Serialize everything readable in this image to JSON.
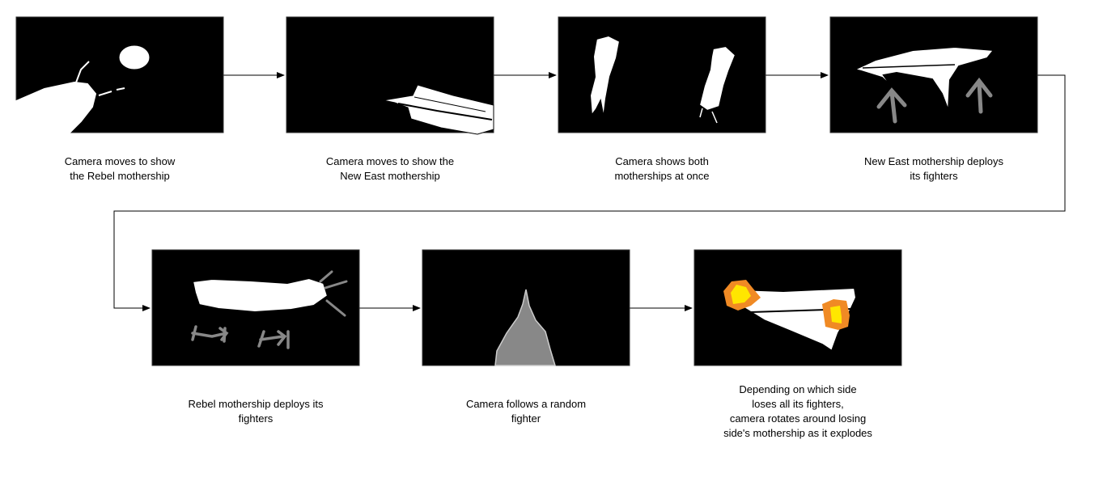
{
  "colors": {
    "frame_fill": "#000000",
    "frame_stroke": "#333333",
    "ship_fill": "#ffffff",
    "fighter_fill": "#888888",
    "explosion_outer": "#f08a24",
    "explosion_inner": "#ffe600",
    "connector": "#000000"
  },
  "steps": [
    {
      "id": "step-1",
      "image": "rebel-mothership-sketch",
      "caption": [
        "Camera moves to show",
        "the Rebel mothership"
      ]
    },
    {
      "id": "step-2",
      "image": "new-east-mothership-sketch",
      "caption": [
        "Camera moves to show the",
        "New East mothership"
      ]
    },
    {
      "id": "step-3",
      "image": "both-motherships-sketch",
      "caption": [
        "Camera shows both",
        "motherships at once"
      ]
    },
    {
      "id": "step-4",
      "image": "new-east-deploy-sketch",
      "caption": [
        "New East mothership deploys",
        "its fighters"
      ]
    },
    {
      "id": "step-5",
      "image": "rebel-deploy-sketch",
      "caption": [
        "Rebel mothership deploys its",
        "fighters"
      ]
    },
    {
      "id": "step-6",
      "image": "follow-fighter-sketch",
      "caption": [
        "Camera follows a random",
        "fighter"
      ]
    },
    {
      "id": "step-7",
      "image": "mothership-explodes-sketch",
      "caption": [
        "Depending on which side",
        "loses all its fighters,",
        "camera rotates around losing",
        "side's mothership as it explodes"
      ]
    }
  ]
}
